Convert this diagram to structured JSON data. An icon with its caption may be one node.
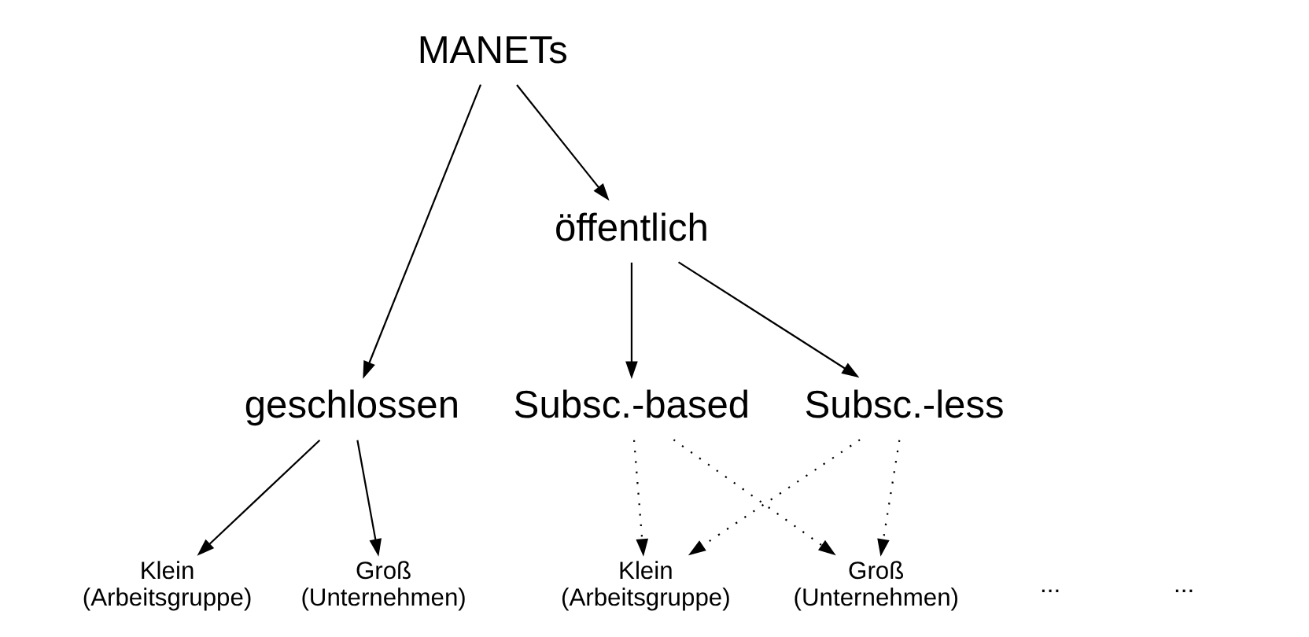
{
  "diagram": {
    "nodes": [
      {
        "text": [
          "MANETs"
        ]
      },
      {
        "text": [
          "geschlossen"
        ]
      },
      {
        "text": [
          "öffentlich"
        ]
      },
      {
        "text": [
          "Klein (Arbeitsgruppe)"
        ]
      },
      {
        "text": [
          "Groß (Unternehmen)"
        ]
      },
      {
        "text": [
          "Subsc.-based"
        ]
      },
      {
        "text": [
          "Subsc.-less"
        ]
      },
      {
        "text": [
          "Klein (Arbeitsgruppe)"
        ]
      },
      {
        "text": [
          "Groß (Unternehmen)"
        ]
      }
    ],
    "edges": [
      {
        "from": 0,
        "to": 1,
        "arrow": "to"
      },
      {
        "from": 0,
        "to": 2,
        "arrow": "to"
      },
      {
        "from": 1,
        "to": 3,
        "arrow": "to"
      },
      {
        "from": 1,
        "to": 4,
        "arrow": "to"
      },
      {
        "from": 2,
        "to": 5,
        "arrow": "to"
      },
      {
        "from": 2,
        "to": 6,
        "arrow": "to"
      },
      {
        "from": 5,
        "to": 7,
        "arrow": "to",
        "style": "dashed"
      },
      {
        "from": 5,
        "to": 8,
        "arrow": "to",
        "style": "dashed"
      },
      {
        "from": 6,
        "to": 7,
        "arrow": "to",
        "style": "dashed"
      },
      {
        "from": 6,
        "to": 8,
        "arrow": "to",
        "style": "dashed"
      }
    ],
    "labels": [
      "...",
      "..."
    ]
  }
}
